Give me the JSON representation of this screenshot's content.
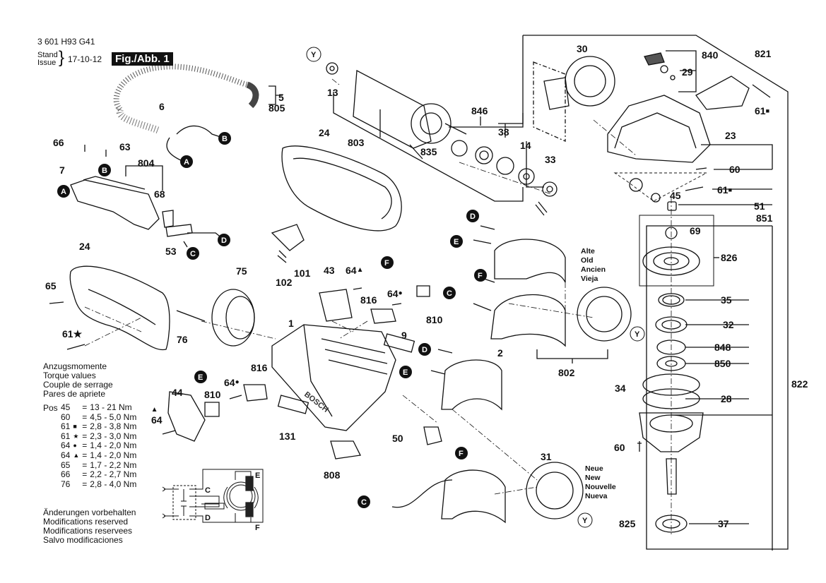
{
  "header": {
    "part_number": "3 601 H93 G41",
    "stand_label": "Stand",
    "issue_label": "Issue",
    "date": "17-10-12",
    "figure_label": "Fig./Abb. 1"
  },
  "torque_table": {
    "titles": [
      "Anzugsmomente",
      "Torque values",
      "Couple de serrage",
      "Pares de apriete"
    ],
    "pos_label": "Pos",
    "rows": [
      {
        "pos": "45",
        "mark": "",
        "eq": "=",
        "value": "13  - 21 Nm"
      },
      {
        "pos": "60",
        "mark": "",
        "eq": "=",
        "value": "4,5 - 5,0 Nm"
      },
      {
        "pos": "61",
        "mark": "■",
        "eq": "=",
        "value": "2,8 - 3,8 Nm"
      },
      {
        "pos": "61",
        "mark": "★",
        "eq": "=",
        "value": "2,3 - 3,0 Nm"
      },
      {
        "pos": "64",
        "mark": "●",
        "eq": "=",
        "value": "1,4 - 2,0 Nm"
      },
      {
        "pos": "64",
        "mark": "▲",
        "eq": "=",
        "value": "1,4 - 2,0 Nm"
      },
      {
        "pos": "65",
        "mark": "",
        "eq": "=",
        "value": "1,7 - 2,2 Nm"
      },
      {
        "pos": "66",
        "mark": "",
        "eq": "=",
        "value": "2,2 - 2,7 Nm"
      },
      {
        "pos": "76",
        "mark": "",
        "eq": "=",
        "value": "2,8 - 4,0 Nm"
      }
    ]
  },
  "modifications": [
    "Änderungen vorbehalten",
    "Modifications reserved",
    "Modifications reservees",
    "Salvo modificaciones"
  ],
  "old_note": [
    "Alte",
    "Old",
    "Ancien",
    "Vieja"
  ],
  "new_note": [
    "Neue",
    "New",
    "Nouvelle",
    "Nueva"
  ],
  "wiring": {
    "terminals": [
      "C",
      "D",
      "E",
      "F"
    ]
  },
  "brand_on_housing": "BOSCH",
  "connector_markers": [
    "A",
    "B",
    "C",
    "D",
    "E",
    "F",
    "Y"
  ],
  "part_labels": {
    "p1": "1",
    "p2": "2",
    "p5": "5",
    "p805": "805",
    "p6": "6",
    "p7": "7",
    "p9": "9",
    "p13": "13",
    "p14": "14",
    "p23": "23",
    "p24a": "24",
    "p24b": "24",
    "p28": "28",
    "p29": "29",
    "p30": "30",
    "p31": "31",
    "p32": "32",
    "p33": "33",
    "p34": "34",
    "p35": "35",
    "p37": "37",
    "p38": "38",
    "p43": "43",
    "p44": "44",
    "p45": "45",
    "p50": "50",
    "p51": "51",
    "p851": "851",
    "p53": "53",
    "p60a": "60",
    "p60b": "60",
    "p61a": "61",
    "p61b": "61",
    "p61c": "61",
    "p63": "63",
    "p64a": "64",
    "p64b": "64",
    "p64c": "64",
    "p64d": "64",
    "p65": "65",
    "p66": "66",
    "p68": "68",
    "p69": "69",
    "p75": "75",
    "p76": "76",
    "p101": "101",
    "p102": "102",
    "p131": "131",
    "p802": "802",
    "p803": "803",
    "p804": "804",
    "p808": "808",
    "p810a": "810",
    "p810b": "810",
    "p816a": "816",
    "p816b": "816",
    "p821": "821",
    "p822": "822",
    "p825": "825",
    "p826": "826",
    "p835": "835",
    "p840": "840",
    "p846": "846",
    "p848": "848",
    "p850": "850"
  },
  "marks": {
    "square": "■",
    "star": "★",
    "circle": "●",
    "triangle": "▲"
  }
}
